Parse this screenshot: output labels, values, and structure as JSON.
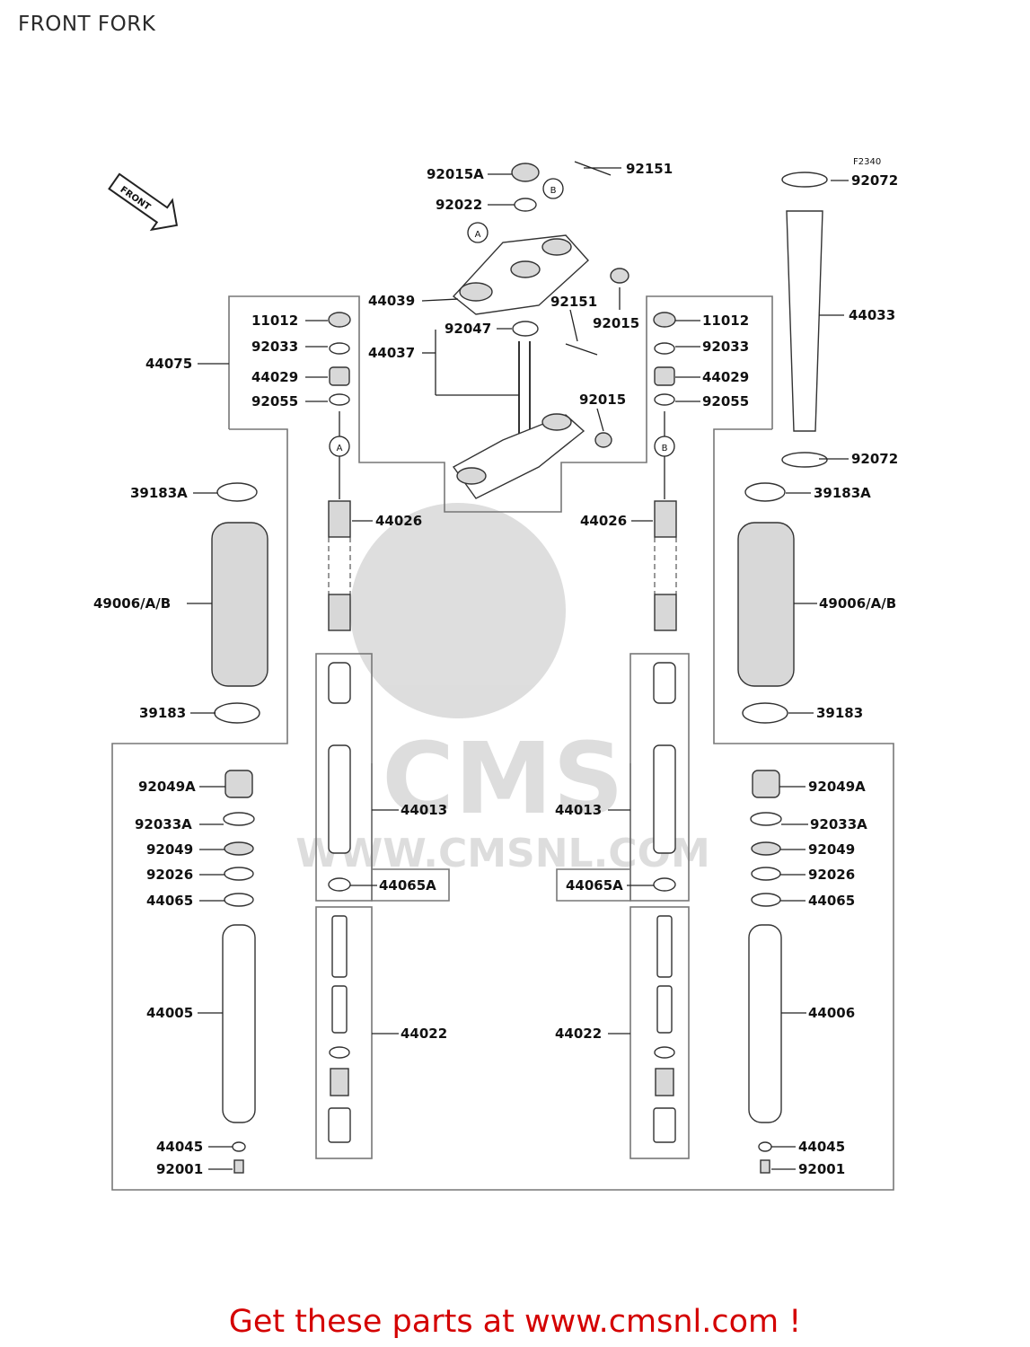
{
  "title": "FRONT FORK",
  "diagram_code": "F2340",
  "front_marker": "FRONT",
  "watermark": {
    "text": "CMS",
    "url": "WWW.CMSNL.COM"
  },
  "footer": "Get these parts at www.cmsnl.com !",
  "labels": {
    "l92015A": "92015A",
    "l92151a": "92151",
    "l92022": "92022",
    "l92072a": "92072",
    "l44039": "44039",
    "l92151b": "92151",
    "l92015a": "92015",
    "l44033": "44033",
    "l11012L": "11012",
    "l92047": "92047",
    "l11012R": "11012",
    "l92033L": "92033",
    "l44037": "44037",
    "l92033R": "92033",
    "l44075": "44075",
    "l44029L": "44029",
    "l44029R": "44029",
    "l92055L": "92055",
    "l92015b": "92015",
    "l92055R": "92055",
    "l92072b": "92072",
    "l39183AL": "39183A",
    "l39183AR": "39183A",
    "l44026L": "44026",
    "l44026R": "44026",
    "l49006L": "49006/A/B",
    "l49006R": "49006/A/B",
    "l39183L": "39183",
    "l39183R": "39183",
    "l92049AL": "92049A",
    "l92049AR": "92049A",
    "l44013L": "44013",
    "l44013R": "44013",
    "l92033AL": "92033A",
    "l92033AR": "92033A",
    "l92049L": "92049",
    "l92049R": "92049",
    "l92026L": "92026",
    "l92026R": "92026",
    "l44065AL": "44065A",
    "l44065AR": "44065A",
    "l44065L": "44065",
    "l44065R": "44065",
    "l44005": "44005",
    "l44006": "44006",
    "l44022L": "44022",
    "l44022R": "44022",
    "l44045L": "44045",
    "l44045R": "44045",
    "l92001L": "92001",
    "l92001R": "92001"
  },
  "markers": {
    "A": "A",
    "B": "B"
  }
}
